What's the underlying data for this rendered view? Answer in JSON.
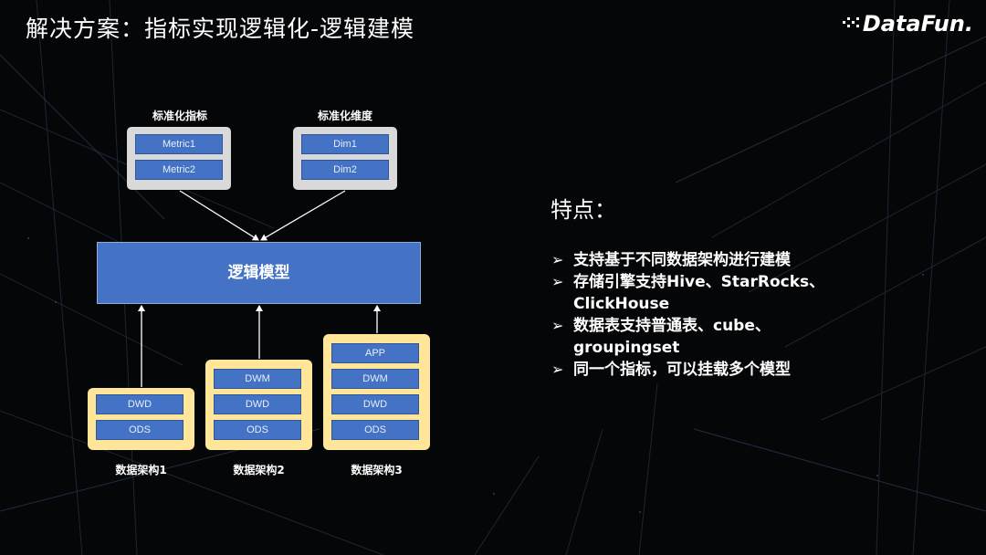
{
  "slide": {
    "title": "解决方案：指标实现逻辑化-逻辑建模",
    "logo": "DataFun."
  },
  "diagram": {
    "metrics_group": {
      "label": "标准化指标",
      "items": [
        "Metric1",
        "Metric2"
      ]
    },
    "dims_group": {
      "label": "标准化维度",
      "items": [
        "Dim1",
        "Dim2"
      ]
    },
    "logical_model": "逻辑模型",
    "architectures": [
      {
        "label": "数据架构1",
        "layers": [
          "DWD",
          "ODS"
        ]
      },
      {
        "label": "数据架构2",
        "layers": [
          "DWM",
          "DWD",
          "ODS"
        ]
      },
      {
        "label": "数据架构3",
        "layers": [
          "APP",
          "DWM",
          "DWD",
          "ODS"
        ]
      }
    ]
  },
  "features": {
    "title": "特点：",
    "bullet_mark": "➢",
    "items": [
      "支持基于不同数据架构进行建模",
      "存储引擎支持Hive、StarRocks、ClickHouse",
      "数据表支持普通表、cube、groupingset",
      "同一个指标，可以挂载多个模型"
    ]
  }
}
